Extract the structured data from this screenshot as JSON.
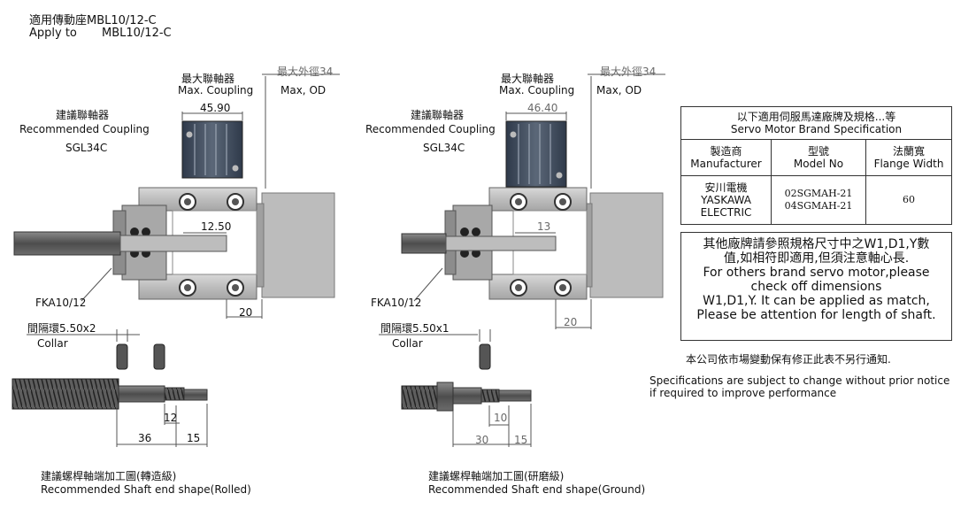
{
  "header": {
    "title_zh": "適用傳動座MBL10/12-C",
    "title_en_prefix": "Apply to",
    "title_en_model": "MBL10/12-C"
  },
  "left_drawing": {
    "max_coupling_zh": "最大聯軸器",
    "max_coupling_en": "Max. Coupling",
    "max_od_zh": "最大外徑34",
    "max_od_en": "Max, OD",
    "coupling_width": "45.90",
    "rec_coupling_zh": "建議聯軸器",
    "rec_coupling_en": "Recommended Coupling",
    "rec_coupling_model": "SGL34C",
    "shaft_dim": "12.50",
    "motor_dim": "20",
    "bearing_label": "FKA10/12",
    "collar_zh": "間隔環5.50x2",
    "collar_en": "Collar",
    "shaft_dim_a": "12",
    "shaft_dim_b": "36",
    "shaft_dim_c": "15",
    "shaft_end_zh": "建議螺桿軸端加工圖(轉造級)",
    "shaft_end_en": "Recommended Shaft end shape(Rolled)"
  },
  "right_drawing": {
    "max_coupling_zh": "最大聯軸器",
    "max_coupling_en": "Max. Coupling",
    "max_od_zh": "最大外徑34",
    "max_od_en": "Max, OD",
    "coupling_width": "46.40",
    "rec_coupling_zh": "建議聯軸器",
    "rec_coupling_en": "Recommended Coupling",
    "rec_coupling_model": "SGL34C",
    "shaft_dim": "13",
    "motor_dim": "20",
    "bearing_label": "FKA10/12",
    "collar_zh": "間隔環5.50x1",
    "collar_en": "Collar",
    "shaft_dim_a": "10",
    "shaft_dim_b": "30",
    "shaft_dim_c": "15",
    "shaft_end_zh": "建議螺桿軸端加工圖(研磨級)",
    "shaft_end_en": "Recommended Shaft end shape(Ground)"
  },
  "spec": {
    "title_zh": "以下適用伺服馬達廠牌及規格...等",
    "title_en": "Servo Motor Brand Specification",
    "col_manufacturer_zh": "製造商",
    "col_manufacturer_en": "Manufacturer",
    "col_model_zh": "型號",
    "col_model_en": "Model No",
    "col_flange_zh": "法蘭寬",
    "col_flange_en": "Flange Width",
    "row_manufacturer_zh": "安川電機",
    "row_manufacturer_en1": "YASKAWA",
    "row_manufacturer_en2": "ELECTRIC",
    "row_model_1": "02SGMAH-21",
    "row_model_2": "04SGMAH-21",
    "row_flange": "60"
  },
  "note": {
    "zh_1": "其他廠牌請參照規格尺寸中之W1,D1,Y數",
    "zh_2": "值,如相符即適用,但須注意軸心長.",
    "en_1": "For others brand servo motor,please",
    "en_2": "check off dimensions",
    "en_3": "W1,D1,Y. It can be applied as match,",
    "en_4": "Please be attention for length of shaft."
  },
  "footer": {
    "notice_zh": "本公司依市場變動保有修正此表不另行通知.",
    "notice_en_1": "Specifications are subject to change without prior notice",
    "notice_en_2": "if required to improve performance"
  }
}
